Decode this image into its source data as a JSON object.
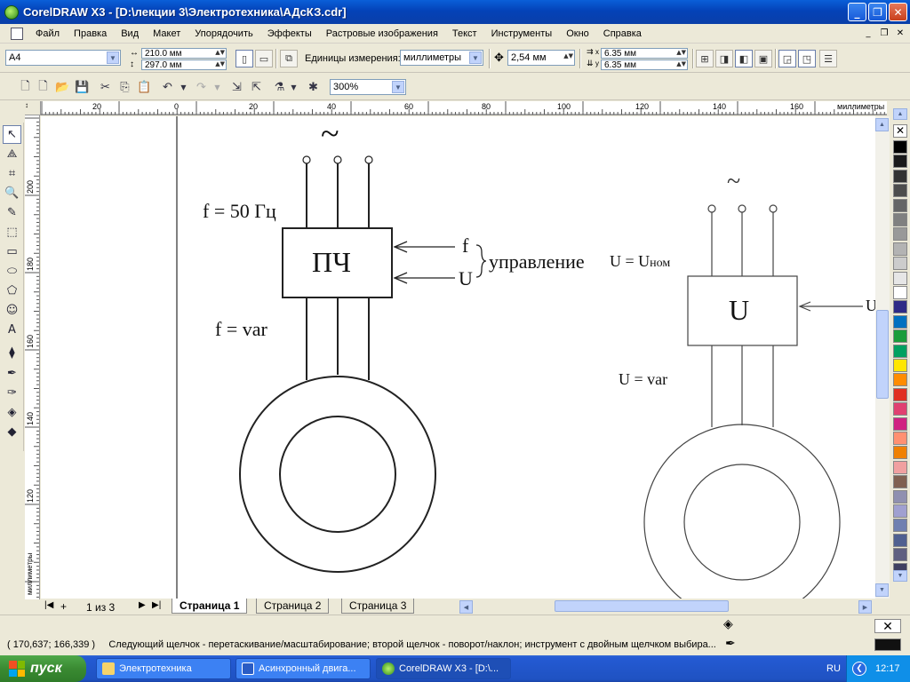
{
  "window": {
    "title": "CorelDRAW X3 - [D:\\лекции 3\\Электротехника\\АДсКЗ.cdr]",
    "minimize": "_",
    "maximize": "❐",
    "close": "✕"
  },
  "menu": {
    "items": [
      "Файл",
      "Правка",
      "Вид",
      "Макет",
      "Упорядочить",
      "Эффекты",
      "Растровые изображения",
      "Текст",
      "Инструменты",
      "Окно",
      "Справка"
    ],
    "mdi_minimize": "_",
    "mdi_restore": "❐",
    "mdi_close": "✕"
  },
  "property_bar": {
    "paper_size": "A4",
    "width": "210.0 мм",
    "height": "297.0 мм",
    "units_label": "Единицы измерения:",
    "units_value": "миллиметры",
    "nudge": "2,54 мм",
    "dup_x": "6.35 мм",
    "dup_y": "6.35 мм",
    "x_label": "x",
    "y_label": "y"
  },
  "standard_bar": {
    "zoom": "300%"
  },
  "rulers": {
    "unit": "миллиметры",
    "h_labels": [
      "20",
      "0",
      "20",
      "40",
      "60",
      "80",
      "100",
      "120",
      "140",
      "160"
    ],
    "v_labels": [
      "200",
      "180",
      "160",
      "140",
      "120"
    ],
    "v_unit": "миллиметры",
    "corner": "↕"
  },
  "drawing": {
    "ac_symbol_left": "~",
    "freq_label": "f = 50 Гц",
    "converter_label": "ПЧ",
    "ctrl_f": "f",
    "ctrl_u": "U",
    "control_label": "управление",
    "freq_var": "f = var",
    "ac_symbol_right": "~",
    "u_nom": "U = U",
    "u_nom_sub": "ном",
    "regulator_label": "U",
    "u_var": "U = var",
    "cut_label": "U"
  },
  "page_nav": {
    "counter": "1 из 3",
    "tabs": [
      "Страница 1",
      "Страница 2",
      "Страница 3"
    ]
  },
  "palette": {
    "colors": [
      "#000000",
      "#1a1a1a",
      "#333333",
      "#4d4d4d",
      "#666666",
      "#808080",
      "#999999",
      "#b3b3b3",
      "#cccccc",
      "#e6e6e6",
      "#ffffff",
      "#2e2a86",
      "#0070c0",
      "#1a9c3a",
      "#00a060",
      "#ffe600",
      "#ff8c00",
      "#e03020",
      "#e04070",
      "#d02080",
      "#ff9070",
      "#f08000",
      "#f0a0a0",
      "#806050",
      "#9090b0",
      "#a0a0d0",
      "#7080b0",
      "#506090",
      "#606080",
      "#404060"
    ]
  },
  "status": {
    "coords": "( 170,637; 166,339 )",
    "message": "Следующий щелчок - перетаскивание/масштабирование; второй щелчок - поворот/наклон; инструмент с двойным щелчком выбира..."
  },
  "taskbar": {
    "start": "пуск",
    "items": [
      "Электротехника",
      "Асинхронный двига...",
      "CorelDRAW X3 - [D:\\..."
    ],
    "lang": "RU",
    "time": "12:17"
  }
}
